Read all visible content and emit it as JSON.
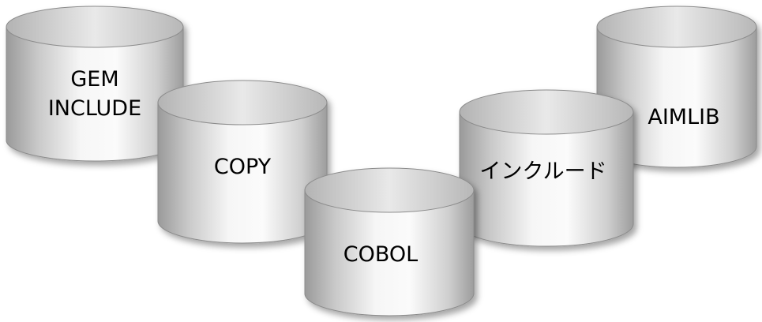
{
  "diagram": {
    "cylinders": [
      {
        "id": "gem-include",
        "lines": [
          "GEM",
          "INCLUDE"
        ]
      },
      {
        "id": "copy",
        "lines": [
          "COPY"
        ]
      },
      {
        "id": "cobol",
        "lines": [
          "COBOL"
        ]
      },
      {
        "id": "include-jp",
        "lines": [
          "インクルード"
        ]
      },
      {
        "id": "aimlib",
        "lines": [
          "AIMLIB"
        ]
      }
    ]
  }
}
